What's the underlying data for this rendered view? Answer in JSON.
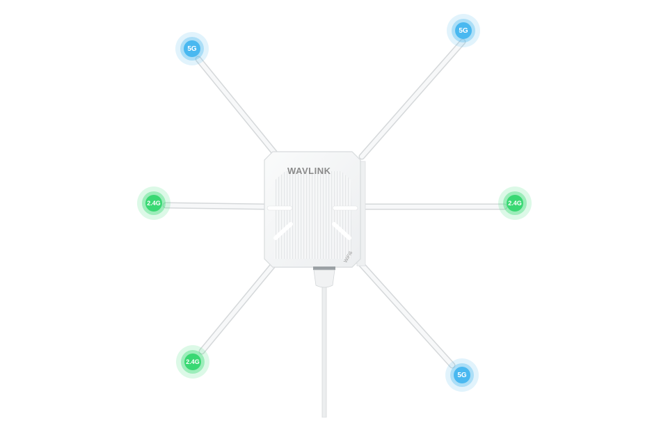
{
  "product": {
    "brand_label": "WAVLINK",
    "side_label": "WiFi6",
    "colors": {
      "band_5g": "#49b8f0",
      "band_24g": "#39d873",
      "device_body": "#f4f5f6",
      "background": "#ffffff"
    }
  },
  "antennas": [
    {
      "position": "top-left",
      "band_label": "5G"
    },
    {
      "position": "top-right",
      "band_label": "5G"
    },
    {
      "position": "left",
      "band_label": "2.4G"
    },
    {
      "position": "right",
      "band_label": "2.4G"
    },
    {
      "position": "bottom-left",
      "band_label": "2.4G"
    },
    {
      "position": "bottom-right",
      "band_label": "5G"
    }
  ]
}
